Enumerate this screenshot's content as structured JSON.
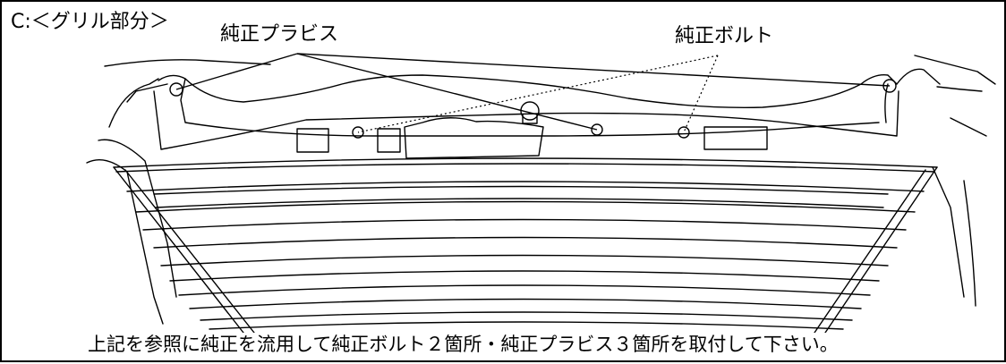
{
  "section_label": "C:＜グリル部分＞",
  "callouts": {
    "clip_label": "純正プラビス",
    "bolt_label": "純正ボルト"
  },
  "instruction": "上記を参照に純正を流用して純正ボルト２箇所・純正プラビス３箇所を取付して下さい。"
}
